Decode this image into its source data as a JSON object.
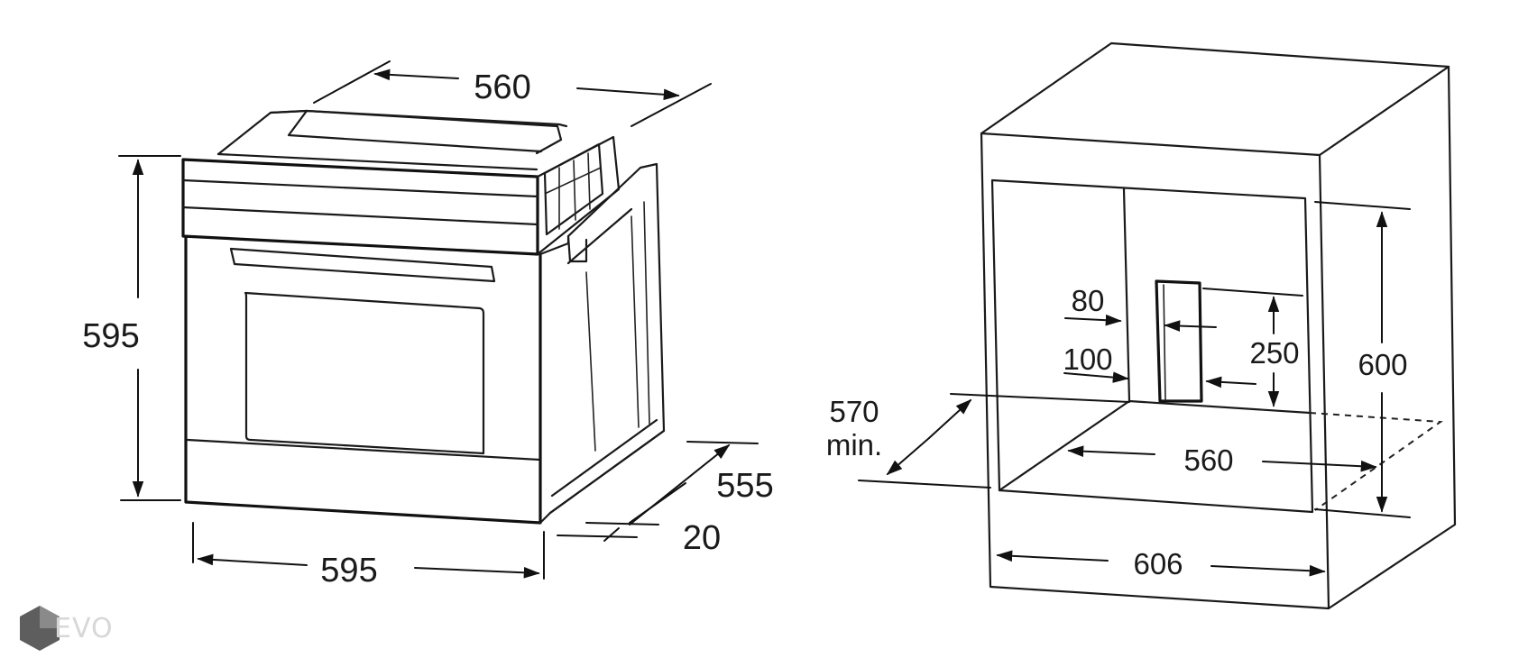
{
  "oven_dimensions": {
    "top_width": "560",
    "height": "595",
    "depth": "555",
    "door_thickness": "20",
    "front_width": "595"
  },
  "cabinet_dimensions": {
    "vent_width": "80",
    "vent_bottom": "100",
    "vent_height": "250",
    "niche_height": "600",
    "min_depth_value": "570",
    "min_depth_suffix": "min.",
    "niche_width": "560",
    "cabinet_width": "606"
  },
  "watermark": {
    "text": "EVO",
    "color": "#d7d7d7",
    "icon": "hexagon-logo-icon"
  }
}
